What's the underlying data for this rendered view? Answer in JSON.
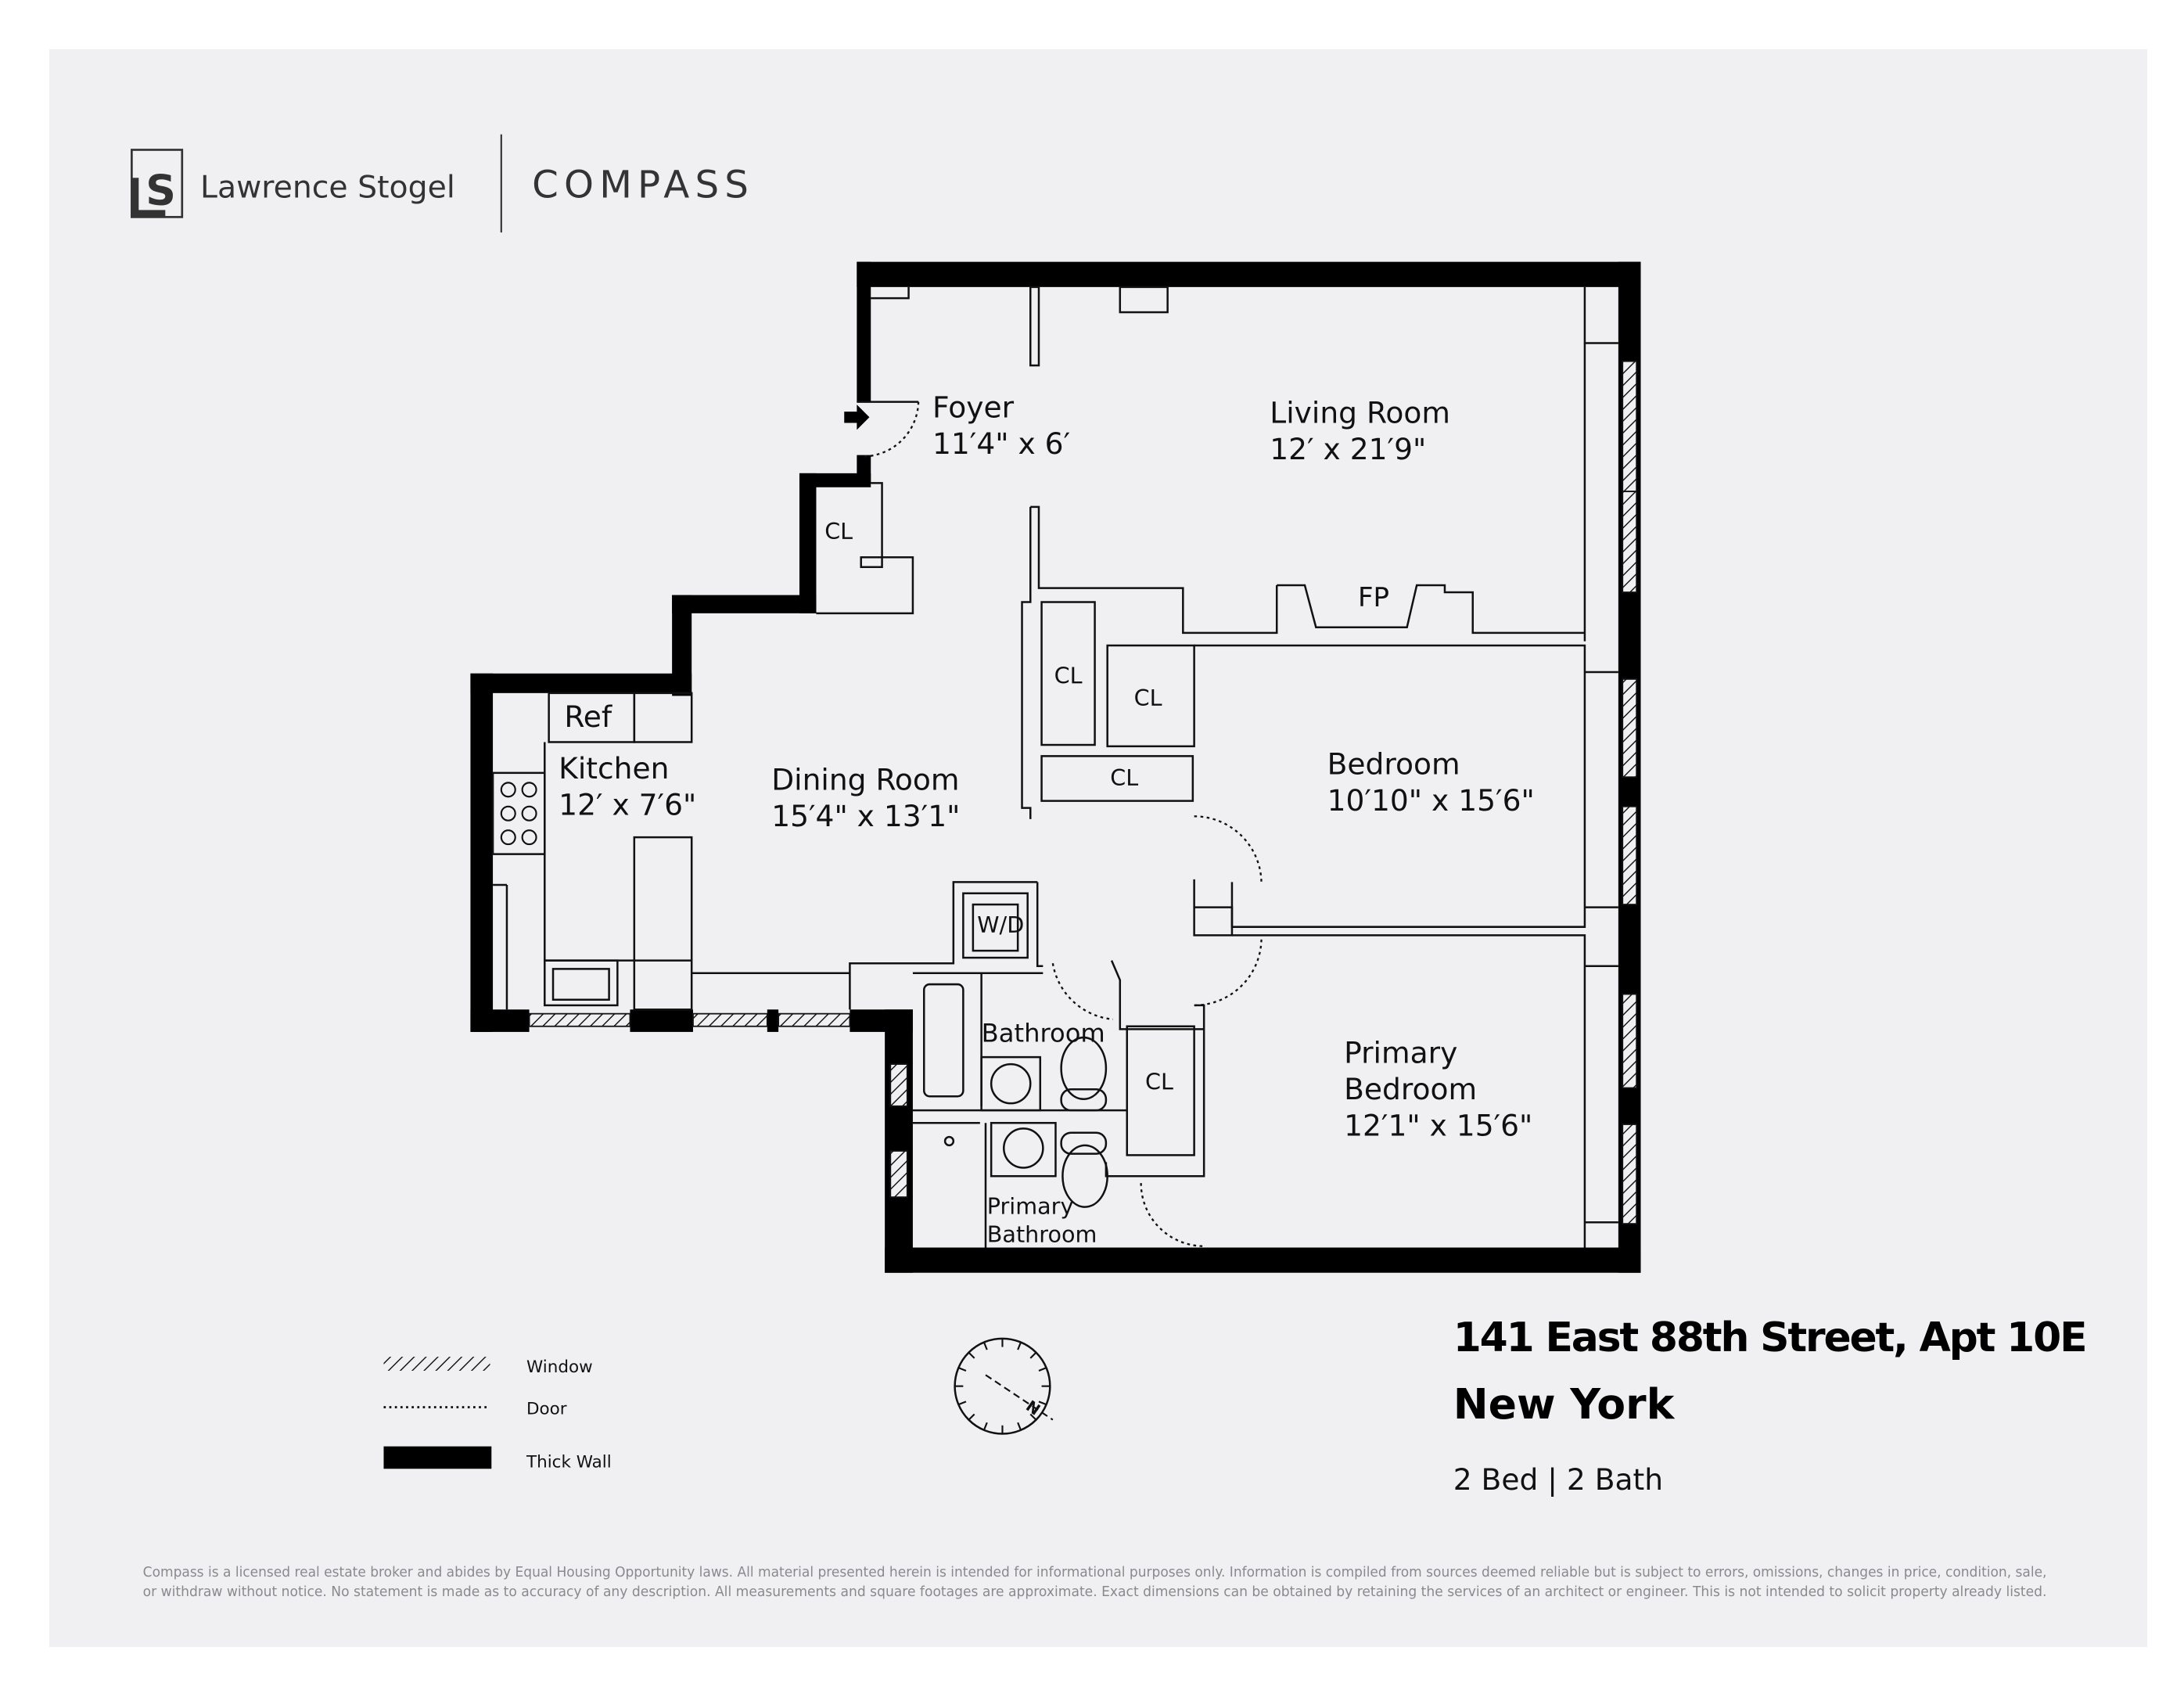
{
  "header": {
    "agent_logo_letters": "LS",
    "agent_name": "Lawrence Stogel",
    "brokerage_logo": "COMPASS"
  },
  "rooms": [
    {
      "name": "Foyer",
      "dimensions": "11′4\" x 6′"
    },
    {
      "name": "Living Room",
      "dimensions": "12′ x 21′9\""
    },
    {
      "name": "Kitchen",
      "dimensions": "12′ x 7′6\""
    },
    {
      "name": "Dining Room",
      "dimensions": "15′4\" x 13′1\""
    },
    {
      "name": "Bedroom",
      "dimensions": "10′10\" x 15′6\""
    },
    {
      "name": "Primary Bedroom",
      "name_line1": "Primary",
      "name_line2": "Bedroom",
      "dimensions": "12′1\" x 15′6\""
    },
    {
      "name": "Bathroom",
      "dimensions": ""
    },
    {
      "name": "Primary Bathroom",
      "name_line1": "Primary",
      "name_line2": "Bathroom",
      "dimensions": ""
    }
  ],
  "fixtures": {
    "ref": "Ref",
    "fireplace": "FP",
    "washer_dryer": "W/D",
    "closets": [
      "CL",
      "CL",
      "CL",
      "CL",
      "CL"
    ]
  },
  "legend": {
    "items": [
      {
        "symbol": "hatched-window",
        "label": "Window"
      },
      {
        "symbol": "dotted-door",
        "label": "Door"
      },
      {
        "symbol": "solid-thick-wall",
        "label": "Thick Wall"
      }
    ]
  },
  "compass_rose": {
    "north_label": "N"
  },
  "listing": {
    "address": "141 East 88th Street, Apt 10E",
    "city": "New York",
    "summary": "2 Bed | 2 Bath"
  },
  "disclaimer": {
    "line1": "Compass is a licensed real estate broker and abides by Equal Housing Opportunity laws. All material presented herein is intended for informational purposes only. Information is compiled from sources deemed reliable but is subject to errors, omissions, changes in price, condition, sale,",
    "line2": "or withdraw without notice. No statement is made as to accuracy of any description. All measurements and square footages are approximate. Exact dimensions can be obtained by retaining the services of an architect or engineer. This is not intended to solicit property already listed."
  },
  "colors": {
    "panel_bg": "#f0f0f2",
    "wall": "#000000",
    "line": "#111111",
    "brand_text": "#333333",
    "disclaimer_text": "#8a8a8e"
  }
}
